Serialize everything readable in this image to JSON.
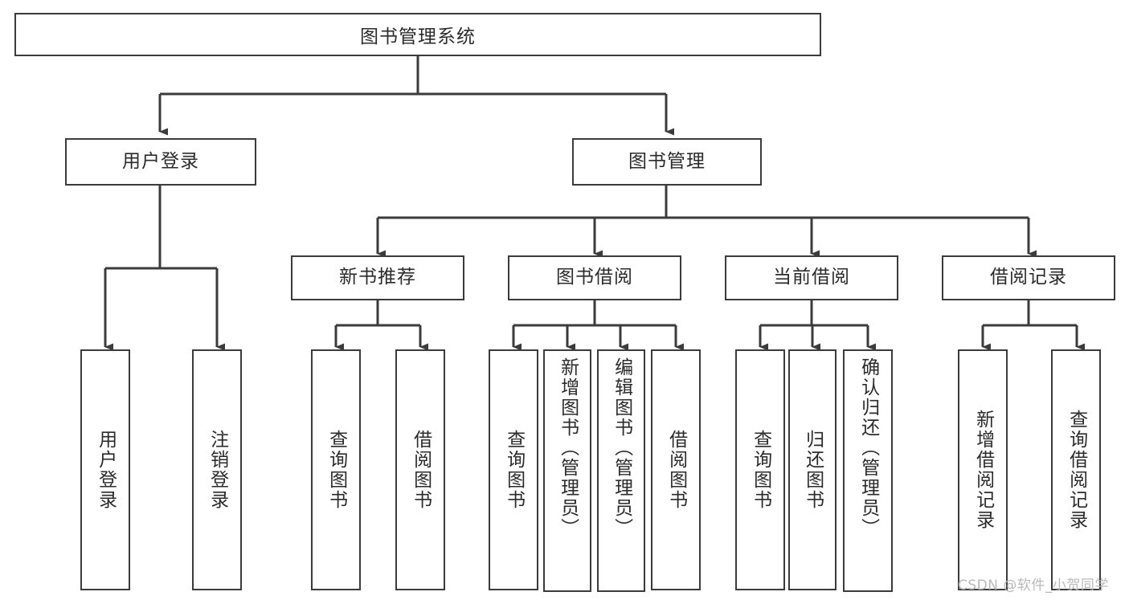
{
  "diagram": {
    "title": "图书管理系统",
    "type": "tree-structure-chart",
    "colors": {
      "node_border": "#3b3b3b",
      "node_fill": "#ffffff",
      "text": "#2b2b2b",
      "edge": "#3b3b3b",
      "watermark": "#b9b9b9",
      "background": "#ffffff"
    },
    "nodes": {
      "root": {
        "label": "图书管理系统"
      },
      "level2": [
        {
          "id": "user-login",
          "label": "用户登录"
        },
        {
          "id": "book-manage",
          "label": "图书管理"
        }
      ],
      "level3": [
        {
          "id": "new-book-recommend",
          "label": "新书推荐"
        },
        {
          "id": "book-borrow",
          "label": "图书借阅"
        },
        {
          "id": "current-borrow",
          "label": "当前借阅"
        },
        {
          "id": "borrow-record",
          "label": "借阅记录"
        }
      ],
      "leaves": {
        "user_login": [
          {
            "id": "leaf-user-login",
            "label": "用户登录"
          },
          {
            "id": "leaf-user-logout",
            "label": "注销登录"
          }
        ],
        "new_book_recommend": [
          {
            "id": "leaf-query-book-1",
            "label": "查询图书"
          },
          {
            "id": "leaf-borrow-book-1",
            "label": "借阅图书"
          }
        ],
        "book_borrow": [
          {
            "id": "leaf-query-book-2",
            "label": "查询图书"
          },
          {
            "id": "leaf-add-book",
            "label": "新增图书（管理员）"
          },
          {
            "id": "leaf-edit-book",
            "label": "编辑图书（管理员）"
          },
          {
            "id": "leaf-borrow-book-2",
            "label": "借阅图书"
          }
        ],
        "current_borrow": [
          {
            "id": "leaf-query-book-3",
            "label": "查询图书"
          },
          {
            "id": "leaf-return-book",
            "label": "归还图书"
          },
          {
            "id": "leaf-confirm-return",
            "label": "确认归还（管理员）"
          }
        ],
        "borrow_record": [
          {
            "id": "leaf-add-record",
            "label": "新增借阅记录"
          },
          {
            "id": "leaf-query-record",
            "label": "查询借阅记录"
          }
        ]
      }
    },
    "watermark": "CSDN @软件_小贺同学"
  }
}
